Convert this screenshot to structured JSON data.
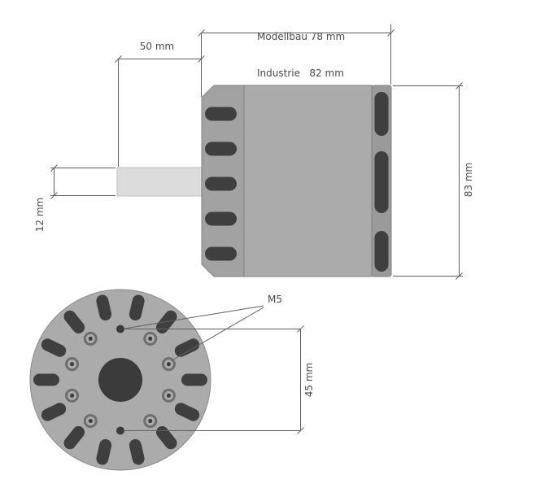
{
  "diagram": {
    "labels": {
      "length_line1": "Modellbau 78 mm",
      "length_line2": "Industrie   82 mm",
      "shaft_length": "50 mm",
      "shaft_diameter": "12 mm",
      "body_diameter": "83 mm",
      "thread": "M5",
      "bolt_circle": "45 mm"
    },
    "colors": {
      "body_gray": "#ababab",
      "flange_gray": "#a2a2a2",
      "band_gray": "#9a9a9a",
      "slot_dark": "#3f3f3f",
      "shaft_gray": "#dcdcdc",
      "hub_dark": "#3b3b3b",
      "dim_line": "#606060",
      "text": "#4a4a4a"
    }
  }
}
